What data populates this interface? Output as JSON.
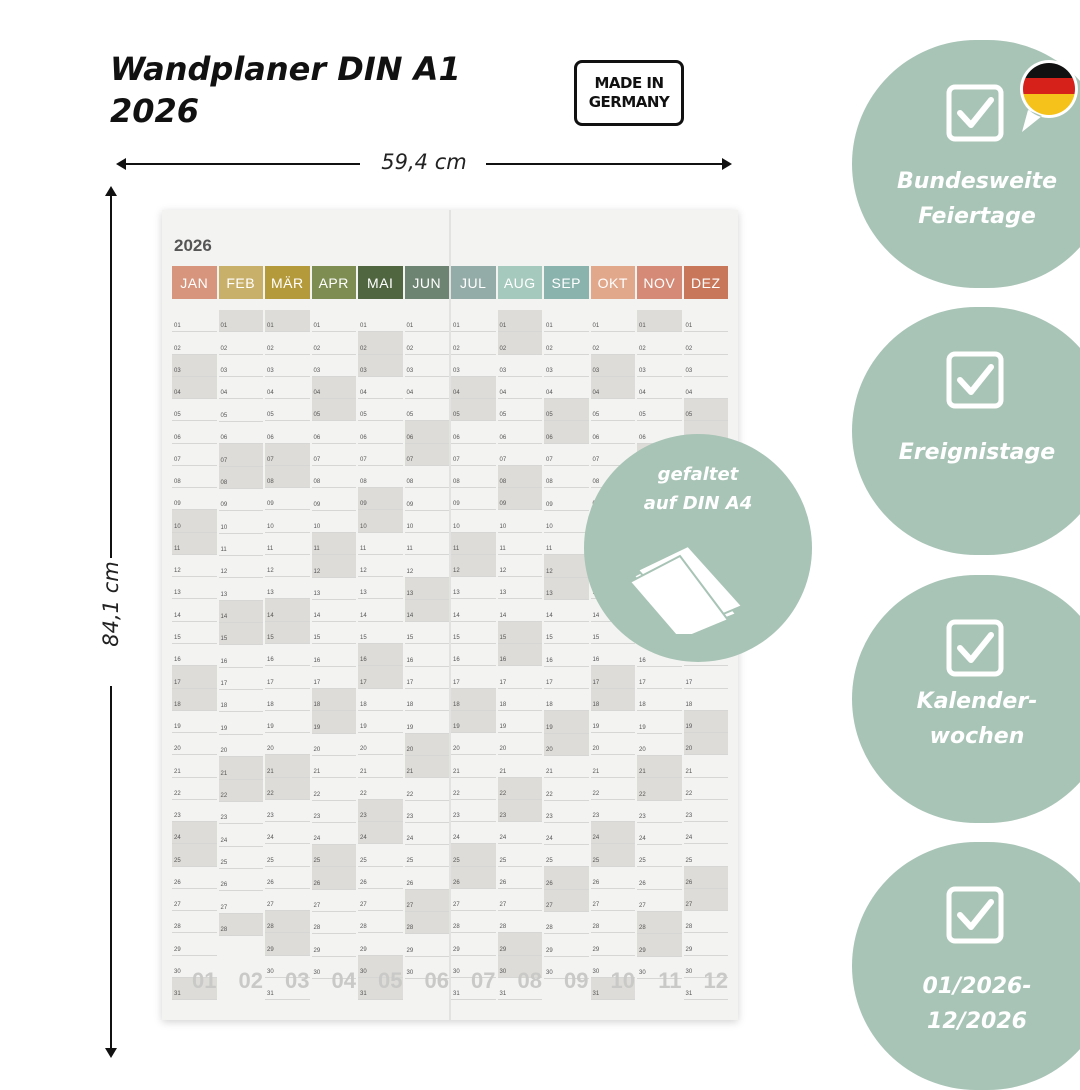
{
  "title": {
    "line1": "Wandplaner DIN A1",
    "line2": "2026"
  },
  "badge": {
    "line1": "MADE IN",
    "line2": "GERMANY"
  },
  "dimensions": {
    "width_label": "59,4 cm",
    "height_label": "84,1 cm"
  },
  "poster": {
    "year": "2026",
    "months": [
      {
        "label": "JAN",
        "color": "#d6957c"
      },
      {
        "label": "FEB",
        "color": "#c9b06a"
      },
      {
        "label": "MÄR",
        "color": "#b59a3c"
      },
      {
        "label": "APR",
        "color": "#7e8e52"
      },
      {
        "label": "MAI",
        "color": "#4f6640"
      },
      {
        "label": "JUN",
        "color": "#6d8472"
      },
      {
        "label": "JUL",
        "color": "#94aca7"
      },
      {
        "label": "AUG",
        "color": "#a5c9bd"
      },
      {
        "label": "SEP",
        "color": "#8ab3ae"
      },
      {
        "label": "OKT",
        "color": "#e2a88c"
      },
      {
        "label": "NOV",
        "color": "#d48a76"
      },
      {
        "label": "DEZ",
        "color": "#c9775a"
      }
    ],
    "month_numbers": [
      "01",
      "02",
      "03",
      "04",
      "05",
      "06",
      "07",
      "08",
      "09",
      "10",
      "11",
      "12"
    ],
    "days_per_month": [
      31,
      28,
      31,
      30,
      31,
      30,
      31,
      31,
      30,
      31,
      30,
      31
    ],
    "first_weekday": [
      3,
      6,
      6,
      2,
      4,
      0,
      2,
      5,
      1,
      3,
      6,
      1
    ]
  },
  "fold_badge": {
    "line1": "gefaltet",
    "line2": "auf DIN A4"
  },
  "features": [
    {
      "label": "Bundesweite\nFeiertage"
    },
    {
      "label": "Ereignistage"
    },
    {
      "label": "Kalender-\nwochen"
    },
    {
      "label": "01/2026-\n12/2026"
    }
  ],
  "colors": {
    "accent": "#a8c4b6",
    "text": "#111111"
  }
}
